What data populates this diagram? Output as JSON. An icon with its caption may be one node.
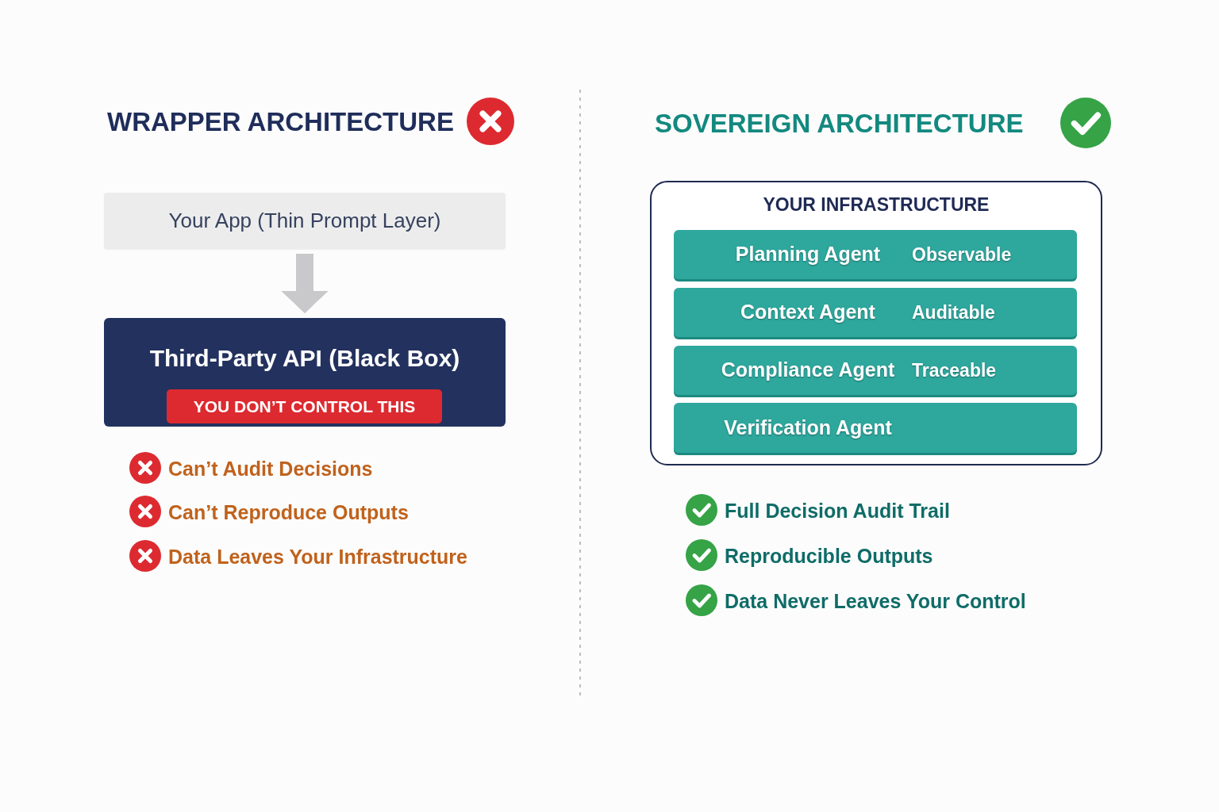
{
  "diagram": {
    "nodes": [
      {
        "text": [
          "Your App (Thin Prompt Layer)"
        ]
      },
      {
        "text": [
          "Third-Party API (Black Box)"
        ]
      },
      {
        "text": [
          "YOU DON’T CONTROL THIS"
        ],
        "in": 1
      },
      {
        "text": [
          "YOUR INFRASTRUCTURE"
        ]
      },
      {
        "text": [
          "Planning Agent",
          "Observable"
        ],
        "in": 3
      },
      {
        "text": [
          "Context Agent",
          "Auditable"
        ],
        "in": 3
      },
      {
        "text": [
          "Compliance Agent",
          "Traceable"
        ],
        "in": 3
      },
      {
        "text": [
          "Verification Agent"
        ],
        "in": 3
      }
    ],
    "edges": [
      {
        "from": 0,
        "to": 1,
        "arrow": "to"
      }
    ],
    "labels": [
      "WRAPPER ARCHITECTURE",
      "Can’t Audit Decisions",
      "Can’t Reproduce Outputs",
      "Data Leaves Your Infrastructure",
      "SOVEREIGN ARCHITECTURE",
      "Full Decision Audit Trail",
      "Reproducible Outputs",
      "Data Never Leaves Your Control"
    ]
  }
}
